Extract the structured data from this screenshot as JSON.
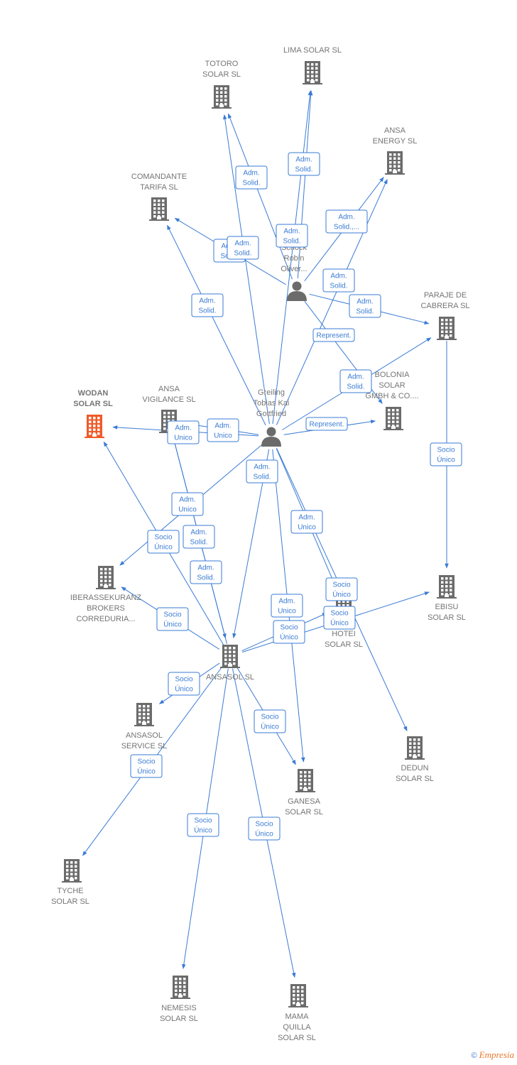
{
  "colors": {
    "edge": "#3a7bd5",
    "building": "#6b6b6b",
    "building_highlight": "#f05a28",
    "person": "#6b6b6b",
    "label": "#757575"
  },
  "nodes": [
    {
      "id": "lima",
      "type": "company",
      "label": [
        "LIMA SOLAR SL"
      ]
    },
    {
      "id": "totoro",
      "type": "company",
      "label": [
        "TOTORO",
        "SOLAR SL"
      ]
    },
    {
      "id": "ansa_energy",
      "type": "company",
      "label": [
        "ANSA",
        "ENERGY SL"
      ]
    },
    {
      "id": "comandante",
      "type": "company",
      "label": [
        "COMANDANTE",
        "TARIFA  SL"
      ]
    },
    {
      "id": "schock",
      "type": "person",
      "label": [
        "Schock",
        "Robin",
        "Oliver..."
      ]
    },
    {
      "id": "paraje",
      "type": "company",
      "label": [
        "PARAJE DE",
        "CABRERA SL"
      ]
    },
    {
      "id": "bolonia",
      "type": "company",
      "label": [
        "BOLONIA",
        "SOLAR",
        "GMBH & CO...."
      ]
    },
    {
      "id": "wodan",
      "type": "company",
      "highlight": true,
      "label": [
        "WODAN",
        "SOLAR  SL"
      ]
    },
    {
      "id": "ansa_vig",
      "type": "company",
      "label": [
        "ANSA",
        "VIGILANCE  SL"
      ]
    },
    {
      "id": "greiling",
      "type": "person",
      "label": [
        "Greiling",
        "Tobias Kai",
        "Gottfried"
      ]
    },
    {
      "id": "iberas",
      "type": "company",
      "label": [
        "IBERASSEKURANZ",
        "BROKERS",
        "CORREDURIA..."
      ]
    },
    {
      "id": "ebisu",
      "type": "company",
      "label": [
        "EBISU",
        "SOLAR  SL"
      ]
    },
    {
      "id": "hotei",
      "type": "company",
      "label": [
        "HOTEI",
        "SOLAR  SL"
      ]
    },
    {
      "id": "ansasol",
      "type": "company",
      "label": [
        "ANSASOL SL"
      ]
    },
    {
      "id": "ansasol_service",
      "type": "company",
      "label": [
        "ANSASOL",
        "SERVICE  SL"
      ]
    },
    {
      "id": "dedun",
      "type": "company",
      "label": [
        "DEDUN",
        "SOLAR  SL"
      ]
    },
    {
      "id": "ganesa",
      "type": "company",
      "label": [
        "GANESA",
        "SOLAR  SL"
      ]
    },
    {
      "id": "tyche",
      "type": "company",
      "label": [
        "TYCHE",
        "SOLAR  SL"
      ]
    },
    {
      "id": "nemesis",
      "type": "company",
      "label": [
        "NEMESIS",
        "SOLAR  SL"
      ]
    },
    {
      "id": "mama",
      "type": "company",
      "label": [
        "MAMA",
        "QUILLA",
        "SOLAR  SL"
      ]
    }
  ],
  "edges": [
    {
      "from": "schock",
      "to": "totoro",
      "label": [
        "Adm.",
        "Solid."
      ]
    },
    {
      "from": "schock",
      "to": "lima",
      "label": [
        "Adm.",
        "Solid."
      ]
    },
    {
      "from": "schock",
      "to": "ansa_energy",
      "label": [
        "Adm.",
        "Solid.,..."
      ]
    },
    {
      "from": "schock",
      "to": "comandante",
      "label": [
        "Adm.",
        "Solid."
      ]
    },
    {
      "from": "schock",
      "to": "paraje",
      "label": [
        "Adm.",
        "Solid."
      ]
    },
    {
      "from": "schock",
      "to": "bolonia",
      "label": [
        "Represent."
      ]
    },
    {
      "from": "greiling",
      "to": "totoro",
      "label": [
        "Adm.",
        "Solid."
      ]
    },
    {
      "from": "greiling",
      "to": "lima",
      "label": [
        "Adm.",
        "Solid."
      ]
    },
    {
      "from": "greiling",
      "to": "ansa_energy",
      "label": [
        "Adm.",
        "Solid."
      ]
    },
    {
      "from": "greiling",
      "to": "comandante",
      "label": [
        "Adm.",
        "Solid."
      ]
    },
    {
      "from": "greiling",
      "to": "paraje",
      "label": [
        "Adm.",
        "Solid."
      ]
    },
    {
      "from": "greiling",
      "to": "bolonia",
      "label": [
        "Represent."
      ]
    },
    {
      "from": "greiling",
      "to": "wodan",
      "label": [
        "Adm.",
        "Unico"
      ]
    },
    {
      "from": "greiling",
      "to": "ansa_vig",
      "label": [
        "Adm.",
        "Unico"
      ]
    },
    {
      "from": "greiling",
      "to": "iberas",
      "label": [
        "Adm.",
        "Unico"
      ]
    },
    {
      "from": "greiling",
      "to": "ansasol",
      "label": [
        "Adm.",
        "Solid."
      ]
    },
    {
      "from": "greiling",
      "to": "hotei",
      "label": [
        "Adm.",
        "Unico"
      ]
    },
    {
      "from": "greiling",
      "to": "ganesa",
      "label": [
        "Adm.",
        "Unico"
      ]
    },
    {
      "from": "greiling",
      "to": "dedun",
      "label": [
        "Adm.",
        "Solid."
      ]
    },
    {
      "from": "ansa_vig",
      "to": "ansasol",
      "label": [
        "Adm.",
        "Solid."
      ]
    },
    {
      "from": "paraje",
      "to": "ebisu",
      "label": [
        "Socio",
        "Único"
      ]
    },
    {
      "from": "ansasol",
      "to": "wodan",
      "label": [
        "Socio",
        "Único"
      ]
    },
    {
      "from": "ansasol",
      "to": "iberas",
      "label": [
        "Socio",
        "Único"
      ]
    },
    {
      "from": "ansasol",
      "to": "ansasol_service",
      "label": [
        "Socio",
        "Único"
      ]
    },
    {
      "from": "ansasol",
      "to": "ebisu",
      "label": [
        "Socio",
        "Único"
      ]
    },
    {
      "from": "ansasol",
      "to": "hotei",
      "label": [
        "Socio",
        "Único"
      ]
    },
    {
      "from": "ansasol",
      "to": "ganesa",
      "label": [
        "Socio",
        "Único"
      ]
    },
    {
      "from": "ansasol",
      "to": "tyche",
      "label": [
        "Socio",
        "Único"
      ]
    },
    {
      "from": "ansasol",
      "to": "nemesis",
      "label": [
        "Socio",
        "Único"
      ]
    },
    {
      "from": "ansasol",
      "to": "mama",
      "label": [
        "Socio",
        "Único"
      ]
    },
    {
      "from": "ansasol",
      "to": "ansa_vig",
      "label": [
        "Socio",
        "Único"
      ]
    }
  ],
  "footer": {
    "copyright": "©",
    "brand": "Empresia"
  }
}
